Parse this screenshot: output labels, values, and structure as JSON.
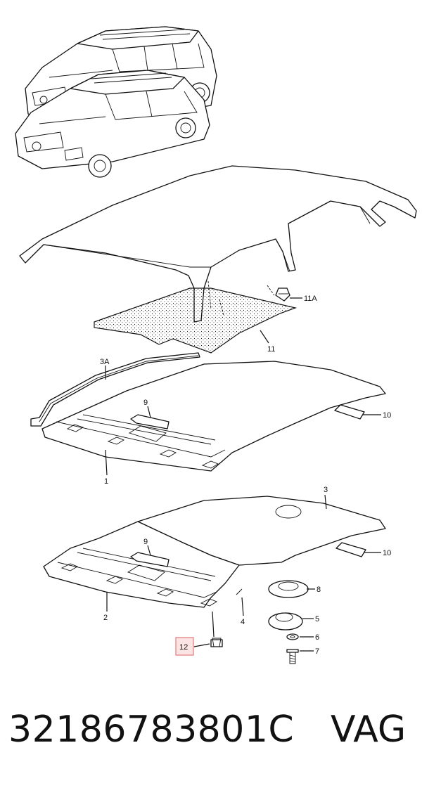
{
  "callouts": {
    "c11a": "11A",
    "c11": "11",
    "c3a": "3A",
    "c9a": "9",
    "c10a": "10",
    "c1": "1",
    "c3": "3",
    "c9b": "9",
    "c10b": "10",
    "c8": "8",
    "c2": "2",
    "c4": "4",
    "c5": "5",
    "c12": "12",
    "c6": "6",
    "c7": "7"
  },
  "footer": {
    "part_number": "32186783801C",
    "brand": "VAG"
  },
  "colors": {
    "ink": "#111111",
    "highlight_fill": "#fde4e4",
    "highlight_stroke": "#e07a7a"
  }
}
